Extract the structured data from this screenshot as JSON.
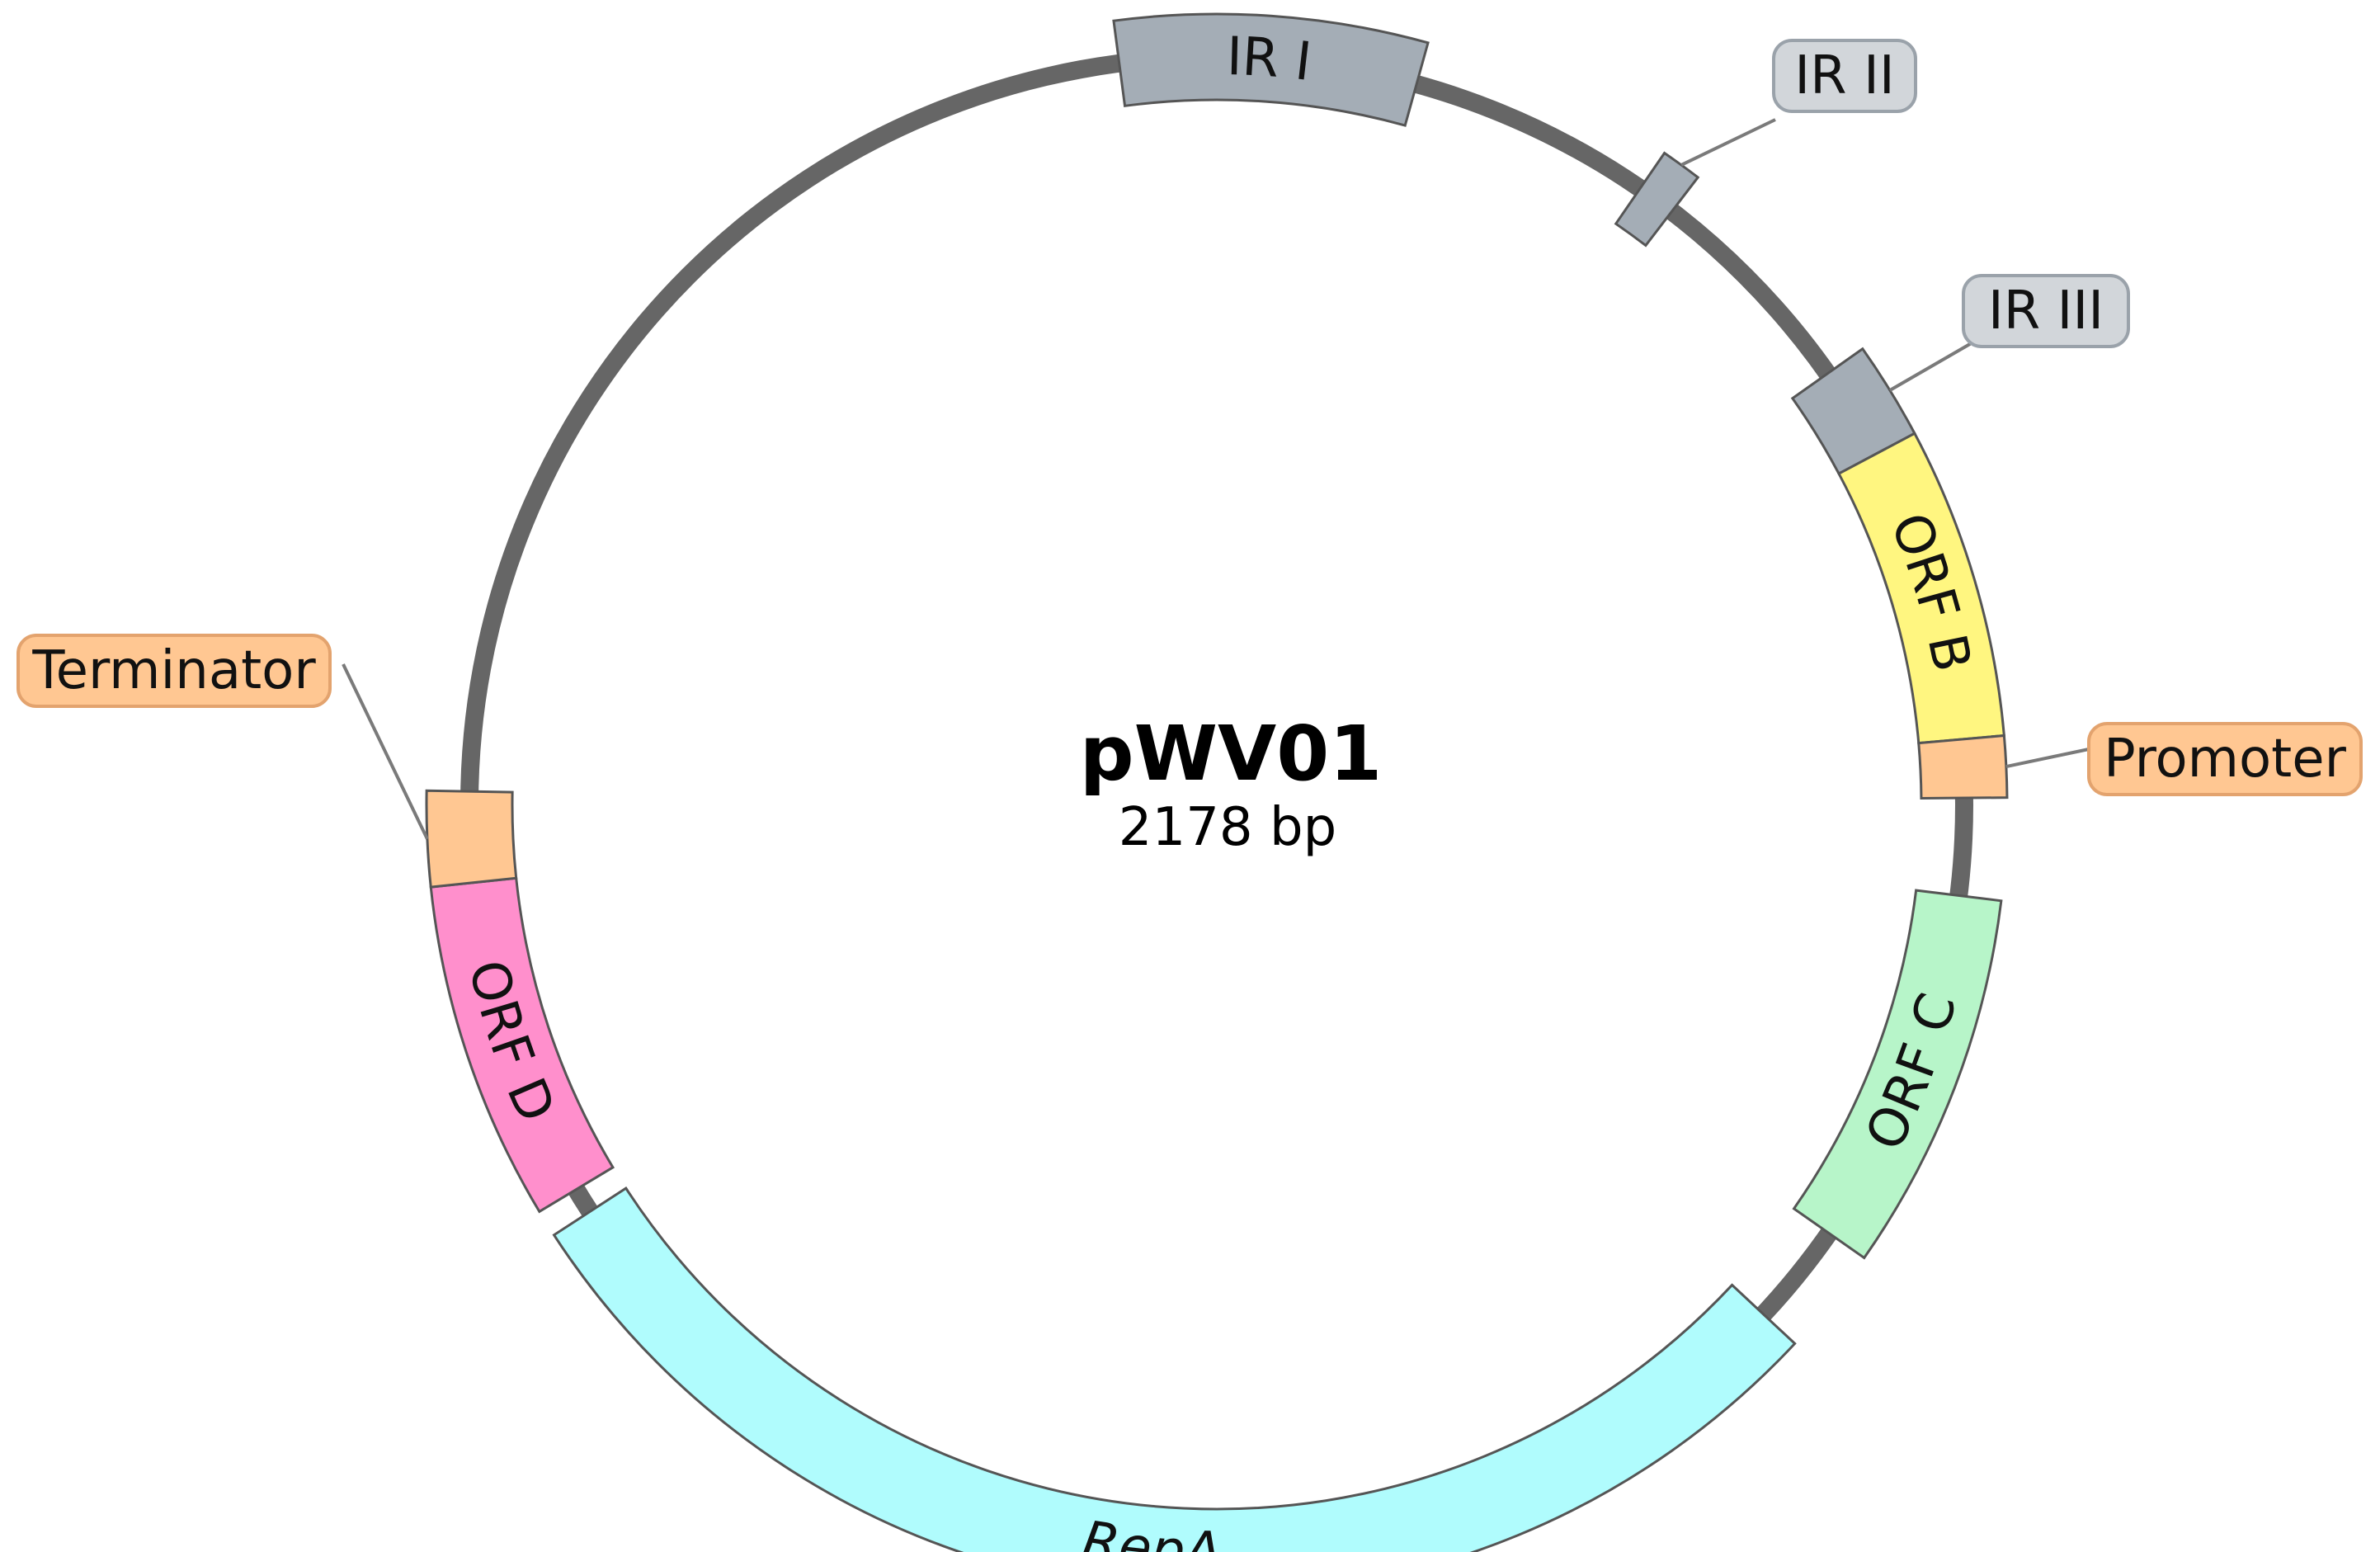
{
  "plasmid": {
    "name": "pWV01",
    "size_label": "2178 bp",
    "backbone_color": "#666666"
  },
  "features": [
    {
      "id": "ir-i",
      "label": "IR I",
      "start_deg": -7.5,
      "end_deg": 15.5,
      "color": "#a4adb6",
      "label_mode": "inside"
    },
    {
      "id": "ir-ii",
      "label": "IR II",
      "start_deg": 34.5,
      "end_deg": 37.5,
      "color": "#a4adb6",
      "label_mode": "callout"
    },
    {
      "id": "ir-iii",
      "label": "IR III",
      "start_deg": 54.8,
      "end_deg": 62,
      "color": "#a4adb6",
      "label_mode": "callout"
    },
    {
      "id": "orf-b",
      "label": "ORF B",
      "start_deg": 62,
      "end_deg": 85,
      "color": "#fff680",
      "label_mode": "inside"
    },
    {
      "id": "promoter",
      "label": "Promoter",
      "start_deg": 85,
      "end_deg": 89.5,
      "color": "#ffc792",
      "label_mode": "callout"
    },
    {
      "id": "orf-c",
      "label": "ORF C",
      "start_deg": 97,
      "end_deg": 125,
      "color": "#b7f5c9",
      "label_mode": "inside"
    },
    {
      "id": "repa",
      "label": "RepA",
      "start_deg": 133,
      "end_deg": 237,
      "color": "#b0fcfd",
      "label_mode": "inside"
    },
    {
      "id": "orf-d",
      "label": "ORF D",
      "start_deg": 239,
      "end_deg": 264,
      "color": "#ff8fcc",
      "label_mode": "inside"
    },
    {
      "id": "terminator",
      "label": "Terminator",
      "start_deg": 264,
      "end_deg": 271,
      "color": "#ffc792",
      "label_mode": "callout"
    }
  ],
  "callouts": {
    "ir-ii": {
      "text": "IR II",
      "fill": "#d2d6da",
      "border": "#9aa2aa"
    },
    "ir-iii": {
      "text": "IR III",
      "fill": "#d2d6da",
      "border": "#9aa2aa"
    },
    "promoter": {
      "text": "Promoter",
      "fill": "#ffc792",
      "border": "#e3a36e"
    },
    "terminator": {
      "text": "Terminator",
      "fill": "#ffc792",
      "border": "#e3a36e"
    }
  }
}
